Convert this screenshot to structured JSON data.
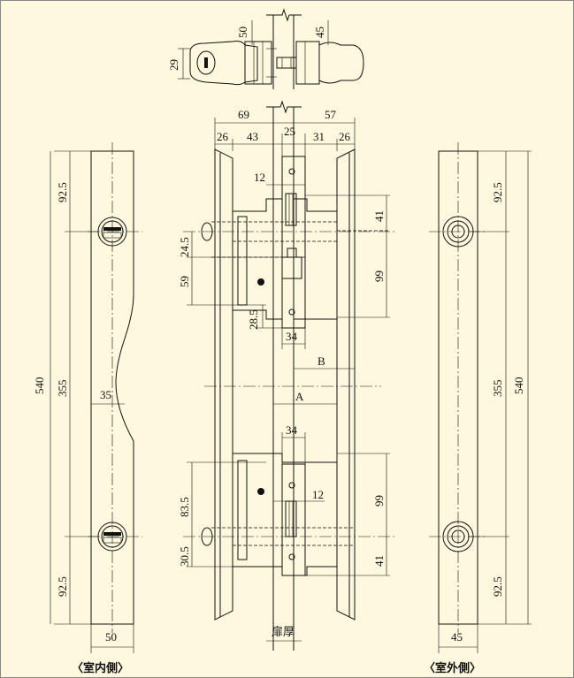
{
  "dimensions": {
    "top_view": {
      "height": "29",
      "width_left": "50",
      "width_right": "45"
    },
    "center": {
      "d69": "69",
      "d57": "57",
      "d26_left": "26",
      "d43": "43",
      "d25": "25",
      "d31": "31",
      "d26_right": "26",
      "d12_top": "12",
      "d41_top": "41",
      "d24_5": "24.5",
      "d99_top": "99",
      "d59": "59",
      "d28_5": "28.5",
      "d34_top": "34",
      "label_b": "B",
      "label_a": "A",
      "d34_bottom": "34",
      "d99_bottom": "99",
      "d83_5": "83.5",
      "d12_bottom": "12",
      "d30_5": "30.5",
      "d41_bottom": "41",
      "door_thickness": "扉厚"
    },
    "left_plate": {
      "top": "92.5",
      "mid": "355",
      "total": "540",
      "narrow": "35",
      "bottom": "92.5",
      "width": "50"
    },
    "right_plate": {
      "top": "92.5",
      "mid": "355",
      "total": "540",
      "bottom": "92.5",
      "width": "45"
    }
  },
  "captions": {
    "inside": "〈室内側〉",
    "outside": "〈室外側〉"
  }
}
